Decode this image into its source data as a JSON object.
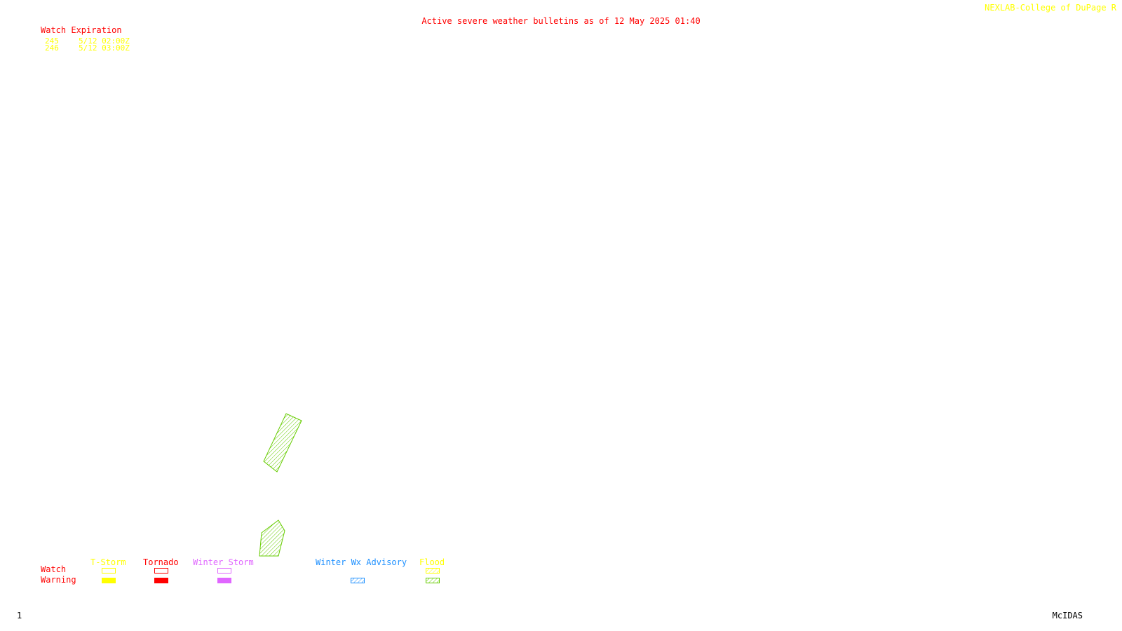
{
  "header": {
    "title": "Active severe weather bulletins as of 12 May 2025 01:40",
    "credit": "NEXLAB-College of DuPage R"
  },
  "watch_expiration": {
    "heading": "Watch Expiration",
    "rows": [
      {
        "number": "245",
        "expires": "5/12 02:00Z"
      },
      {
        "number": "246",
        "expires": "5/12 03:00Z"
      }
    ]
  },
  "legend": {
    "row_labels": {
      "watch": "Watch",
      "warning": "Warning"
    },
    "categories": [
      {
        "label": "T-Storm",
        "color": "#ffff00",
        "watch_style": "outline",
        "warning_style": "filled"
      },
      {
        "label": "Tornado",
        "color": "#ff0000",
        "watch_style": "outline",
        "warning_style": "filled"
      },
      {
        "label": "Winter Storm",
        "color": "#e066ff",
        "watch_style": "outline",
        "warning_style": "filled"
      },
      {
        "label": "Winter Wx Advisory",
        "color": "#1e90ff",
        "watch_style": "none",
        "warning_style": "hatched"
      },
      {
        "label": "Flood",
        "color": "#ffff00",
        "watch_style": "hatched",
        "warning_style": "hatched-green"
      }
    ]
  },
  "map": {
    "polygons": [
      {
        "type": "flood-warning",
        "color": "#66cc00",
        "style": "hatched"
      },
      {
        "type": "flood-warning",
        "color": "#66cc00",
        "style": "hatched"
      }
    ]
  },
  "footer": {
    "frame_number": "1",
    "software": "McIDAS"
  }
}
